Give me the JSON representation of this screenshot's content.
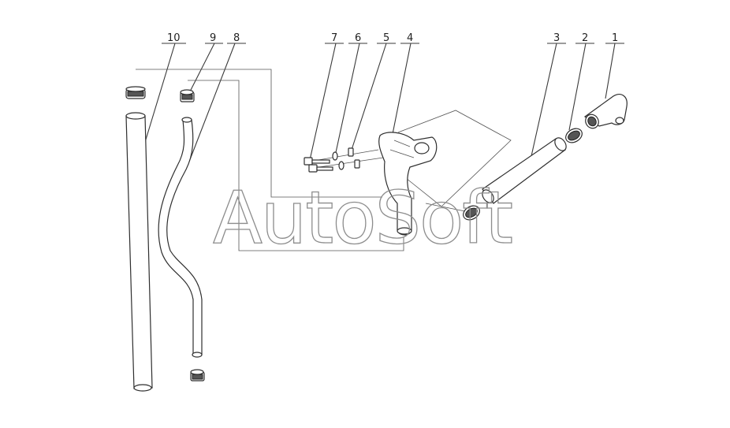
{
  "callouts": [
    "1",
    "2",
    "3",
    "4",
    "5",
    "6",
    "7",
    "8",
    "9",
    "10"
  ],
  "watermark": "AutoSoft"
}
